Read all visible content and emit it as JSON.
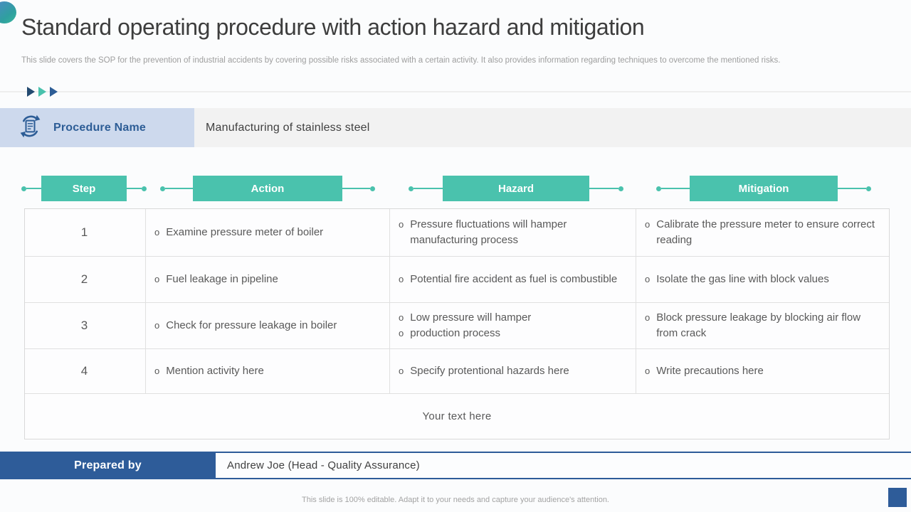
{
  "slide": {
    "title": "Standard operating procedure with action hazard and mitigation",
    "subtitle": "This slide covers the SOP for the prevention of industrial accidents by covering possible risks associated with a certain activity. It also provides information regarding techniques to overcome the mentioned risks.",
    "footer_note": "This slide is 100% editable. Adapt it to your needs and capture your audience's attention."
  },
  "procedure": {
    "label": "Procedure Name",
    "value": "Manufacturing of stainless steel",
    "icon": "document-cycle-icon"
  },
  "table": {
    "headers": [
      "Step",
      "Action",
      "Hazard",
      "Mitigation"
    ],
    "bullet": "o",
    "rows": [
      {
        "step": "1",
        "action": [
          "Examine pressure meter of boiler"
        ],
        "hazard": [
          "Pressure fluctuations will hamper manufacturing process"
        ],
        "mitigation": [
          "Calibrate the pressure meter to ensure correct reading"
        ]
      },
      {
        "step": "2",
        "action": [
          "Fuel leakage in pipeline"
        ],
        "hazard": [
          "Potential fire accident as fuel is combustible"
        ],
        "mitigation": [
          "Isolate the gas line with block values"
        ]
      },
      {
        "step": "3",
        "action": [
          "Check for pressure leakage in boiler"
        ],
        "hazard": [
          "Low pressure will hamper",
          "production process"
        ],
        "mitigation": [
          "Block pressure leakage by blocking air flow from crack"
        ]
      },
      {
        "step": "4",
        "action": [
          "Mention activity here"
        ],
        "hazard": [
          "Specify protentional hazards here"
        ],
        "mitigation": [
          "Write precautions here"
        ]
      }
    ],
    "footer_cell": "Your text here"
  },
  "prepared": {
    "label": "Prepared by",
    "value": "Andrew Joe (Head - Quality Assurance)"
  },
  "colors": {
    "teal": "#4ac2ad",
    "navy": "#2e5c99",
    "label_bg": "#cdd9ed",
    "value_bg": "#f2f2f2"
  }
}
